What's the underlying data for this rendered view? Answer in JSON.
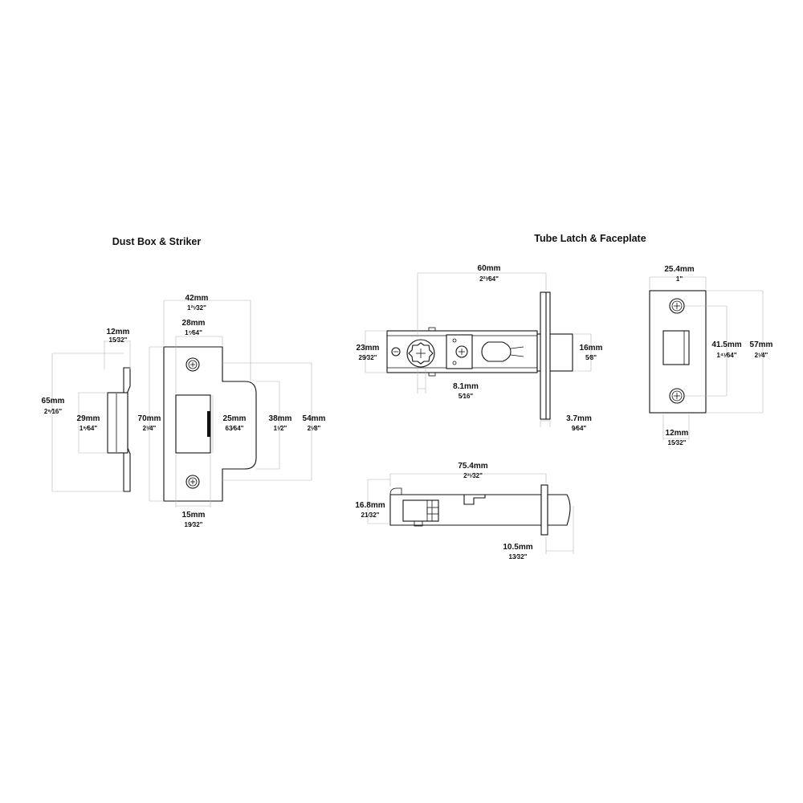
{
  "sections": {
    "dust_box": "Dust Box & Striker",
    "tube_latch": "Tube Latch & Faceplate"
  },
  "dimensions": {
    "dust_width": {
      "mm": "12mm",
      "inch": "15⁄32\""
    },
    "dust_height": {
      "mm": "65mm",
      "inch": "2⁹⁄16\""
    },
    "dust_box_height": {
      "mm": "29mm",
      "inch": "1⁹⁄64\""
    },
    "striker_width": {
      "mm": "42mm",
      "inch": "1²¹⁄32\""
    },
    "striker_inner_width": {
      "mm": "28mm",
      "inch": "1⁷⁄64\""
    },
    "striker_height": {
      "mm": "70mm",
      "inch": "2³⁄4\""
    },
    "striker_opening": {
      "mm": "25mm",
      "inch": "63⁄64\""
    },
    "striker_lip_inner": {
      "mm": "38mm",
      "inch": "1¹⁄2\""
    },
    "striker_lip_outer": {
      "mm": "54mm",
      "inch": "2¹⁄8\""
    },
    "striker_offset": {
      "mm": "15mm",
      "inch": "19⁄32\""
    },
    "latch_length": {
      "mm": "60mm",
      "inch": "2²³⁄64\""
    },
    "latch_body_height": {
      "mm": "23mm",
      "inch": "29⁄32\""
    },
    "latch_bolt_height": {
      "mm": "16mm",
      "inch": "5⁄8\""
    },
    "spindle": {
      "mm": "8.1mm",
      "inch": "5⁄16\""
    },
    "faceplate_thickness": {
      "mm": "3.7mm",
      "inch": "9⁄64\""
    },
    "faceplate_width": {
      "mm": "25.4mm",
      "inch": "1\""
    },
    "faceplate_holes": {
      "mm": "41.5mm",
      "inch": "1⁴¹⁄64\""
    },
    "faceplate_height": {
      "mm": "57mm",
      "inch": "2¹⁄4\""
    },
    "faceplate_bolt_width": {
      "mm": "12mm",
      "inch": "15⁄32\""
    },
    "overall_length": {
      "mm": "75.4mm",
      "inch": "2³¹⁄32\""
    },
    "side_height": {
      "mm": "16.8mm",
      "inch": "21⁄32\""
    },
    "bolt_projection": {
      "mm": "10.5mm",
      "inch": "13⁄32\""
    }
  }
}
